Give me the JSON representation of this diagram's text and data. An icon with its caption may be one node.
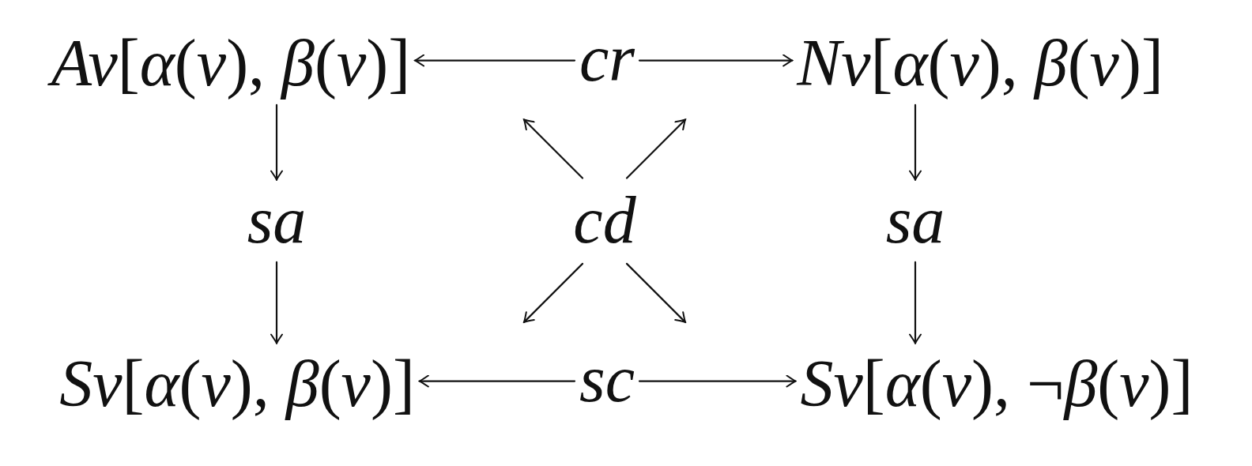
{
  "diagram": {
    "nodes": [
      {
        "text": [
          "*Av*[*α*(*v*), *β*(*v*)]"
        ]
      },
      {
        "text": [
          "cr"
        ]
      },
      {
        "text": [
          "*Nv*[*α*(*v*), *β*(*v*)]"
        ]
      },
      {
        "text": [
          "sa"
        ]
      },
      {
        "text": [
          "cd"
        ]
      },
      {
        "text": [
          "sa"
        ]
      },
      {
        "text": [
          "*Sv*[*α*(*v*), *β*(*v*)]"
        ]
      },
      {
        "text": [
          "sc"
        ]
      },
      {
        "text": [
          "*Sv*[*α*(*v*), ¬*β*(*v*)]"
        ]
      }
    ],
    "edges": [
      {
        "from": 1,
        "to": 0,
        "arrow": "to"
      },
      {
        "from": 1,
        "to": 2,
        "arrow": "to"
      },
      {
        "from": 0,
        "to": 3,
        "arrow": "to"
      },
      {
        "from": 4,
        "to": null,
        "arrow": "to"
      },
      {
        "from": 4,
        "to": null,
        "arrow": "to"
      },
      {
        "from": 2,
        "to": 5,
        "arrow": "to"
      },
      {
        "from": 3,
        "to": 6,
        "arrow": "to"
      },
      {
        "from": 4,
        "to": null,
        "arrow": "to"
      },
      {
        "from": 4,
        "to": null,
        "arrow": "to"
      },
      {
        "from": 5,
        "to": 8,
        "arrow": "to"
      },
      {
        "from": 7,
        "to": 6,
        "arrow": "to"
      },
      {
        "from": 7,
        "to": 8,
        "arrow": "to"
      }
    ]
  }
}
